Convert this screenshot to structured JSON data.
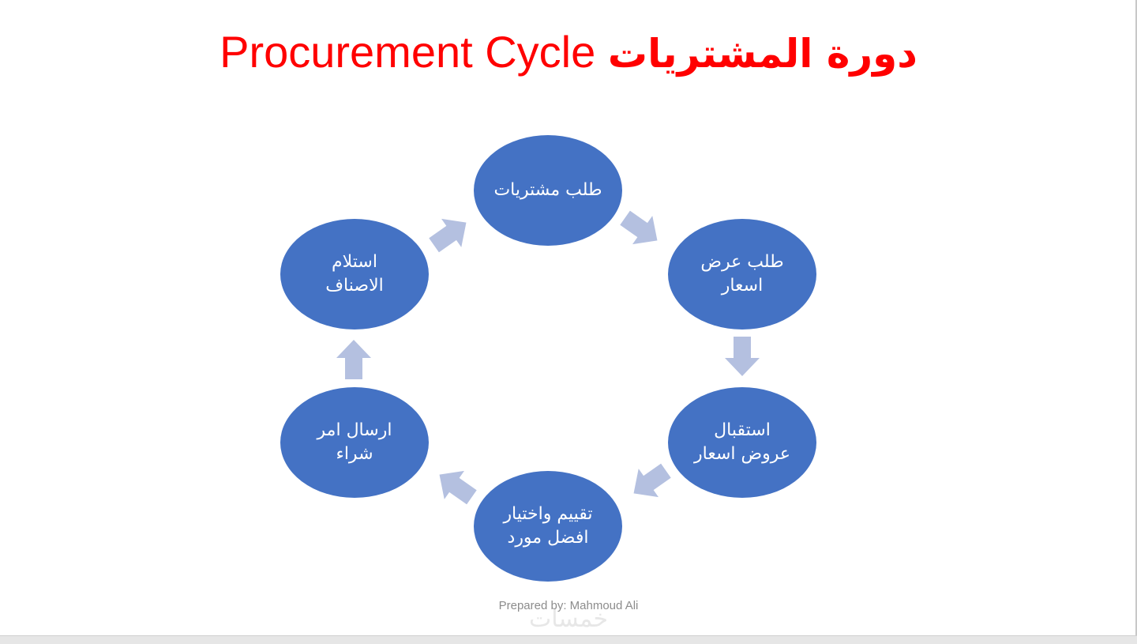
{
  "title": {
    "english": "Procurement Cycle",
    "arabic": "دورة المشتريات"
  },
  "nodes": [
    {
      "id": "purchase-request",
      "label": "طلب مشتريات"
    },
    {
      "id": "quote-request",
      "label": "طلب عرض\nاسعار"
    },
    {
      "id": "receive-quotes",
      "label": "استقبال\nعروض اسعار"
    },
    {
      "id": "evaluate-select",
      "label": "تقييم واختيار\nافضل مورد"
    },
    {
      "id": "purchase-order",
      "label": "ارسال امر\nشراء"
    },
    {
      "id": "receive-items",
      "label": "استلام\nالاصناف"
    }
  ],
  "footer": "Prepared by: Mahmoud Ali",
  "watermark": "خمسات",
  "colors": {
    "title": "#ff0000",
    "node_fill": "#4472c4",
    "arrow_fill": "#b4c0e0",
    "node_text": "#ffffff"
  }
}
